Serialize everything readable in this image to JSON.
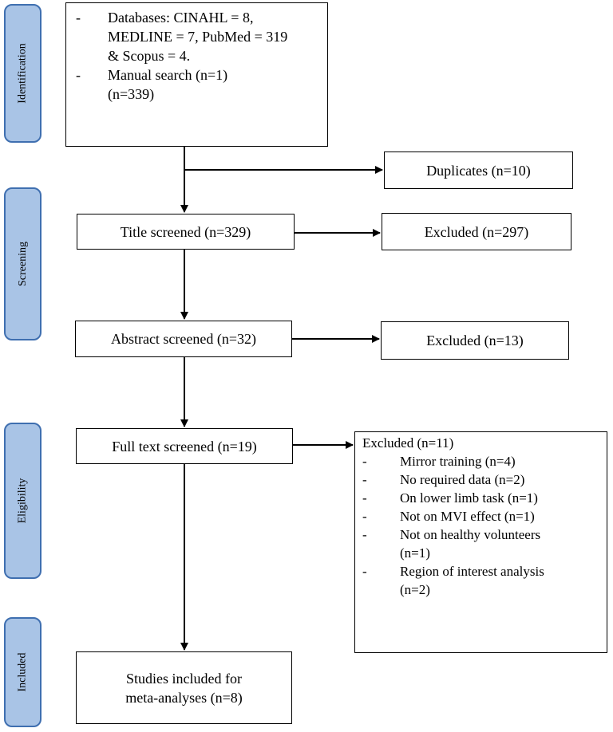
{
  "stages": {
    "identification": "Identification",
    "screening": "Screening",
    "eligibility": "Eligibility",
    "included": "Included"
  },
  "identification_box": {
    "items": [
      {
        "dash": "-",
        "lines": [
          "Databases: CINAHL = 8,",
          "MEDLINE = 7, PubMed = 319",
          "& Scopus = 4."
        ]
      },
      {
        "dash": "-",
        "lines": [
          "Manual search (n=1)"
        ]
      }
    ],
    "total": "(n=339)"
  },
  "duplicates": "Duplicates  (n=10)",
  "title_screened": "Title  screened (n=329)",
  "excluded_title": "Excluded  (n=297)",
  "abstract_screened": "Abstract screened (n=32)",
  "excluded_abstract": "Excluded  (n=13)",
  "full_text_screened": "Full  text screened (n=19)",
  "excluded_full": {
    "header": "Excluded  (n=11)",
    "items": [
      {
        "dash": "-",
        "lines": [
          "Mirror training  (n=4)"
        ]
      },
      {
        "dash": "-",
        "lines": [
          "No required data  (n=2)"
        ]
      },
      {
        "dash": "-",
        "lines": [
          "On lower limb task (n=1)"
        ]
      },
      {
        "dash": "-",
        "lines": [
          "Not on MVI effect (n=1)"
        ]
      },
      {
        "dash": "-",
        "lines": [
          "Not on healthy volunteers",
          "(n=1)"
        ]
      },
      {
        "dash": "-",
        "lines": [
          "Region of interest analysis",
          "(n=2)"
        ]
      }
    ]
  },
  "studies_included": {
    "line1": "Studies included  for",
    "line2": "meta-analyses  (n=8)"
  },
  "colors": {
    "stage_fill": "#a9c4e6",
    "stage_border": "#3f6fb0",
    "box_border": "#000000"
  }
}
